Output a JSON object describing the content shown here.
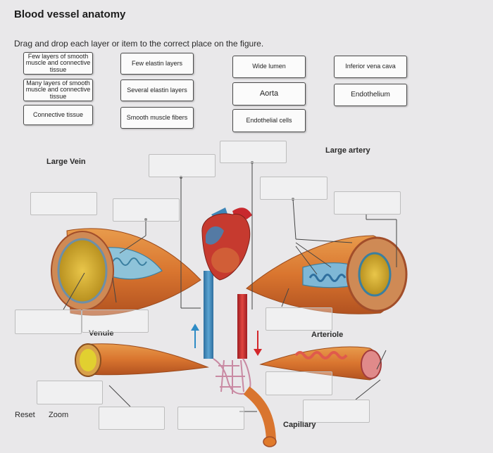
{
  "page": {
    "title": "Blood vessel anatomy",
    "instruction": "Drag and drop each layer or item to the correct place on the figure."
  },
  "tiles": [
    "Few layers of smooth muscle and connective tissue",
    "Many layers of smooth muscle and connective tissue",
    "Connective tissue",
    "Few elastin layers",
    "Several elastin layers",
    "Smooth muscle fibers",
    "Wide lumen",
    "Aorta",
    "Endothelial cells",
    "Inferior vena cava",
    "Endothelium"
  ],
  "figure": {
    "labels": {
      "large_vein": "Large Vein",
      "large_artery": "Large artery",
      "venule": "Venule",
      "arteriole": "Arteriole",
      "capillary": "Capillary"
    },
    "colors": {
      "vessel_orange": "#d9752f",
      "lumen_yellow": "#d8b431",
      "vein_blue": "#3f86b8",
      "artery_red": "#c8292e",
      "capillary_pink": "#c98aa3"
    }
  },
  "controls": {
    "reset": "Reset",
    "zoom": "Zoom"
  }
}
